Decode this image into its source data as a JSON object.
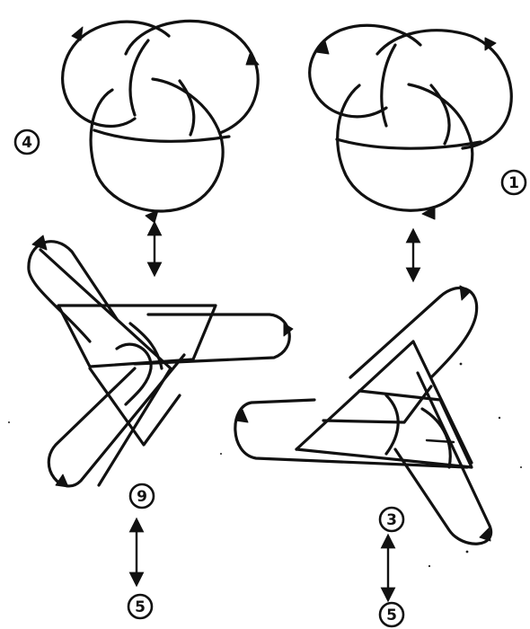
{
  "figure": {
    "labels": {
      "top_left": "4",
      "top_right": "1",
      "mid_left": "9",
      "bottom_left": "5",
      "mid_right": "3",
      "bottom_right": "5"
    }
  }
}
